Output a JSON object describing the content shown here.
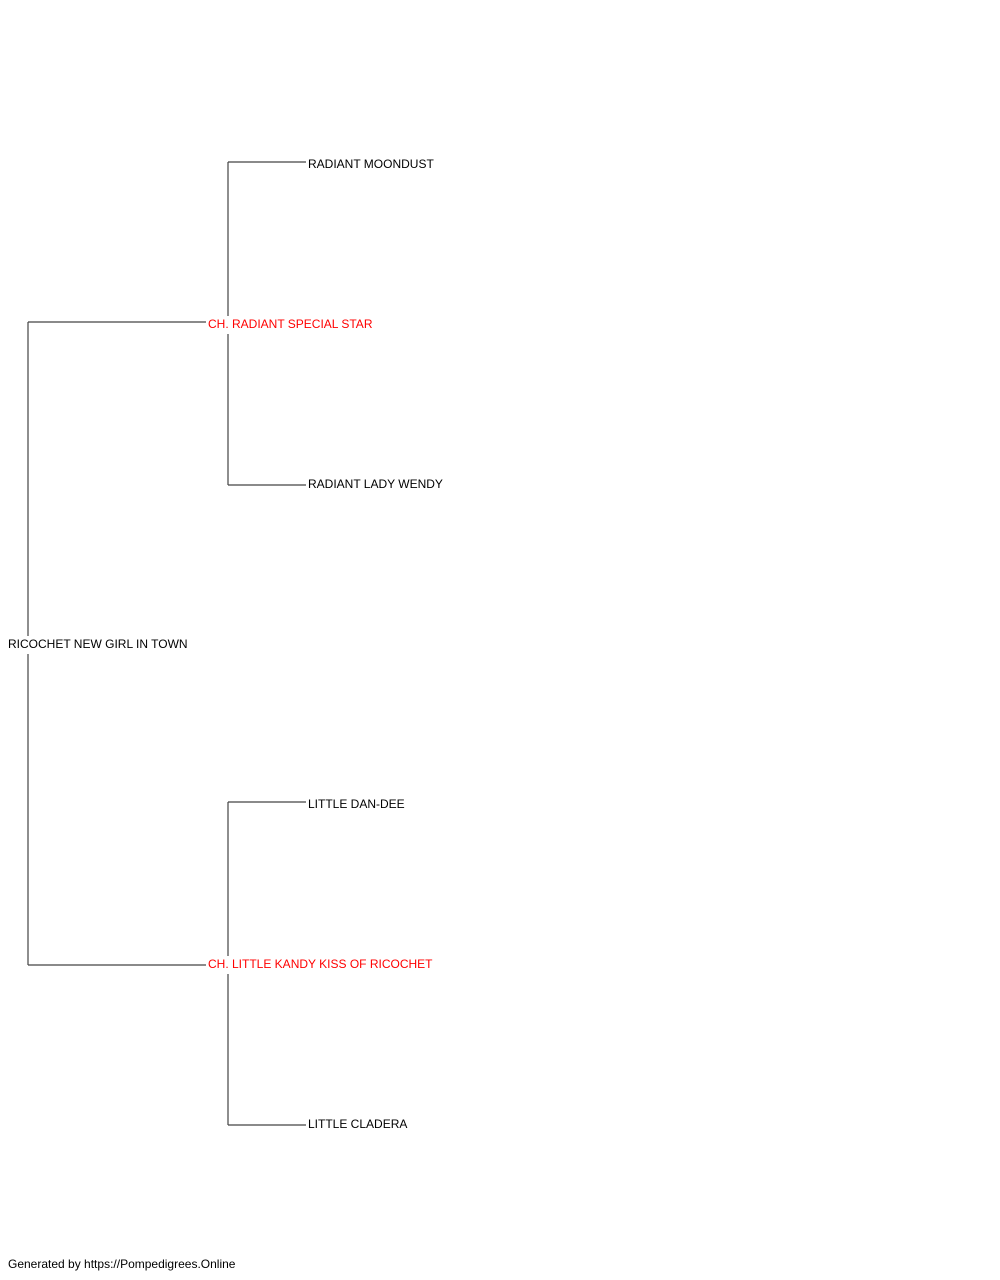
{
  "pedigree": {
    "subject": {
      "name": "RICOCHET NEW GIRL IN TOWN",
      "color": "#000000"
    },
    "sire": {
      "name": "CH. RADIANT SPECIAL STAR",
      "color": "#ff0000"
    },
    "sire_sire": {
      "name": "RADIANT MOONDUST",
      "color": "#000000"
    },
    "sire_dam": {
      "name": "RADIANT LADY WENDY",
      "color": "#000000"
    },
    "dam": {
      "name": "CH. LITTLE KANDY KISS OF RICOCHET",
      "color": "#ff0000"
    },
    "dam_sire": {
      "name": "LITTLE DAN-DEE",
      "color": "#000000"
    },
    "dam_dam": {
      "name": "LITTLE CLADERA",
      "color": "#000000"
    }
  },
  "colors": {
    "champion": "#ff0000",
    "normal": "#000000",
    "connector": "#444444"
  },
  "footer": {
    "text": "Generated by https://Pompedigrees.Online"
  }
}
